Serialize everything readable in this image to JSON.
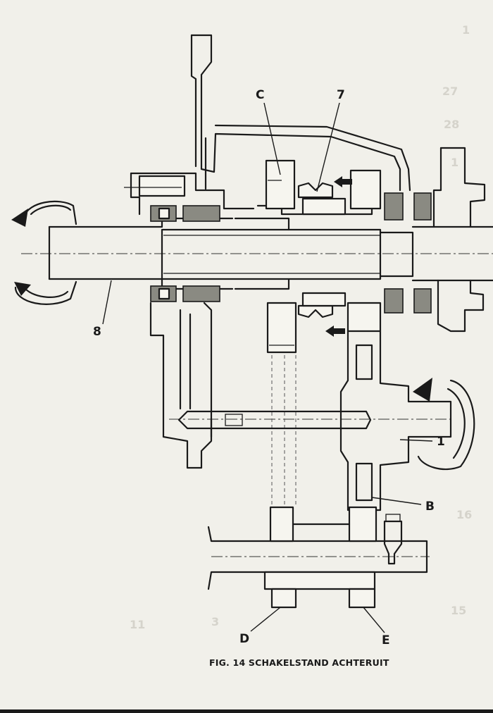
{
  "figure": {
    "caption": "FIG. 14 SCHAKELSTAND ACHTERUIT",
    "labels": {
      "c": "C",
      "seven": "7",
      "eight": "8",
      "one": "1",
      "b": "B",
      "d": "D",
      "e": "E"
    }
  },
  "colors": {
    "paper": "#f1f0ea",
    "ink": "#1a1a1a",
    "bearing": "#8a8a82"
  }
}
